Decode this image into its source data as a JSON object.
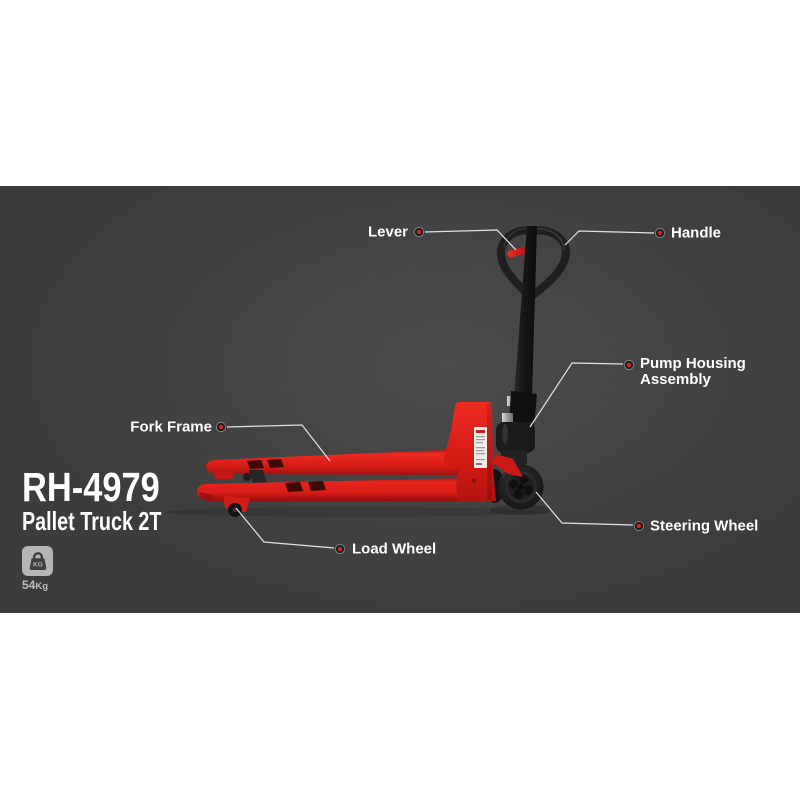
{
  "product": {
    "model": "RH-4979",
    "type": "Pallet Truck 2T",
    "weight_value": "54",
    "weight_unit": "Kg",
    "weight_icon_label": "KG"
  },
  "callouts": {
    "lever": "Lever",
    "handle": "Handle",
    "pump_housing_assembly": "Pump Housing Assembly",
    "fork_frame": "Fork Frame",
    "steering_wheel": "Steering Wheel",
    "load_wheel": "Load Wheel"
  },
  "colors": {
    "band_background": "#414141",
    "accent_red": "#d91d1d",
    "label_text": "#ffffff",
    "leader_line": "#e3e3e3",
    "dot_ring": "#1d1d1d",
    "dot_center": "#de1f1f"
  }
}
